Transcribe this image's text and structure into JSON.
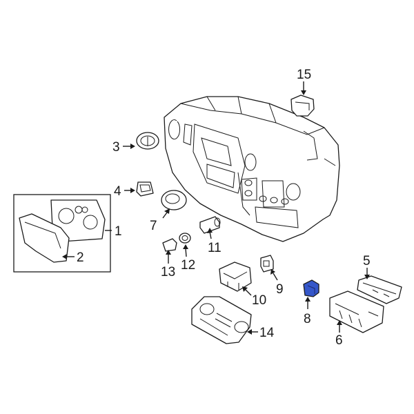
{
  "diagram": {
    "highlight_color": "#3557c9",
    "highlighted_part": "8",
    "callouts": [
      {
        "id": "c1",
        "text": "1"
      },
      {
        "id": "c2",
        "text": "2"
      },
      {
        "id": "c3",
        "text": "3"
      },
      {
        "id": "c4",
        "text": "4"
      },
      {
        "id": "c5",
        "text": "5"
      },
      {
        "id": "c6",
        "text": "6"
      },
      {
        "id": "c7",
        "text": "7"
      },
      {
        "id": "c8",
        "text": "8"
      },
      {
        "id": "c9",
        "text": "9"
      },
      {
        "id": "c10",
        "text": "10"
      },
      {
        "id": "c11",
        "text": "11"
      },
      {
        "id": "c12",
        "text": "12"
      },
      {
        "id": "c13",
        "text": "13"
      },
      {
        "id": "c14",
        "text": "14"
      },
      {
        "id": "c15",
        "text": "15"
      }
    ]
  }
}
